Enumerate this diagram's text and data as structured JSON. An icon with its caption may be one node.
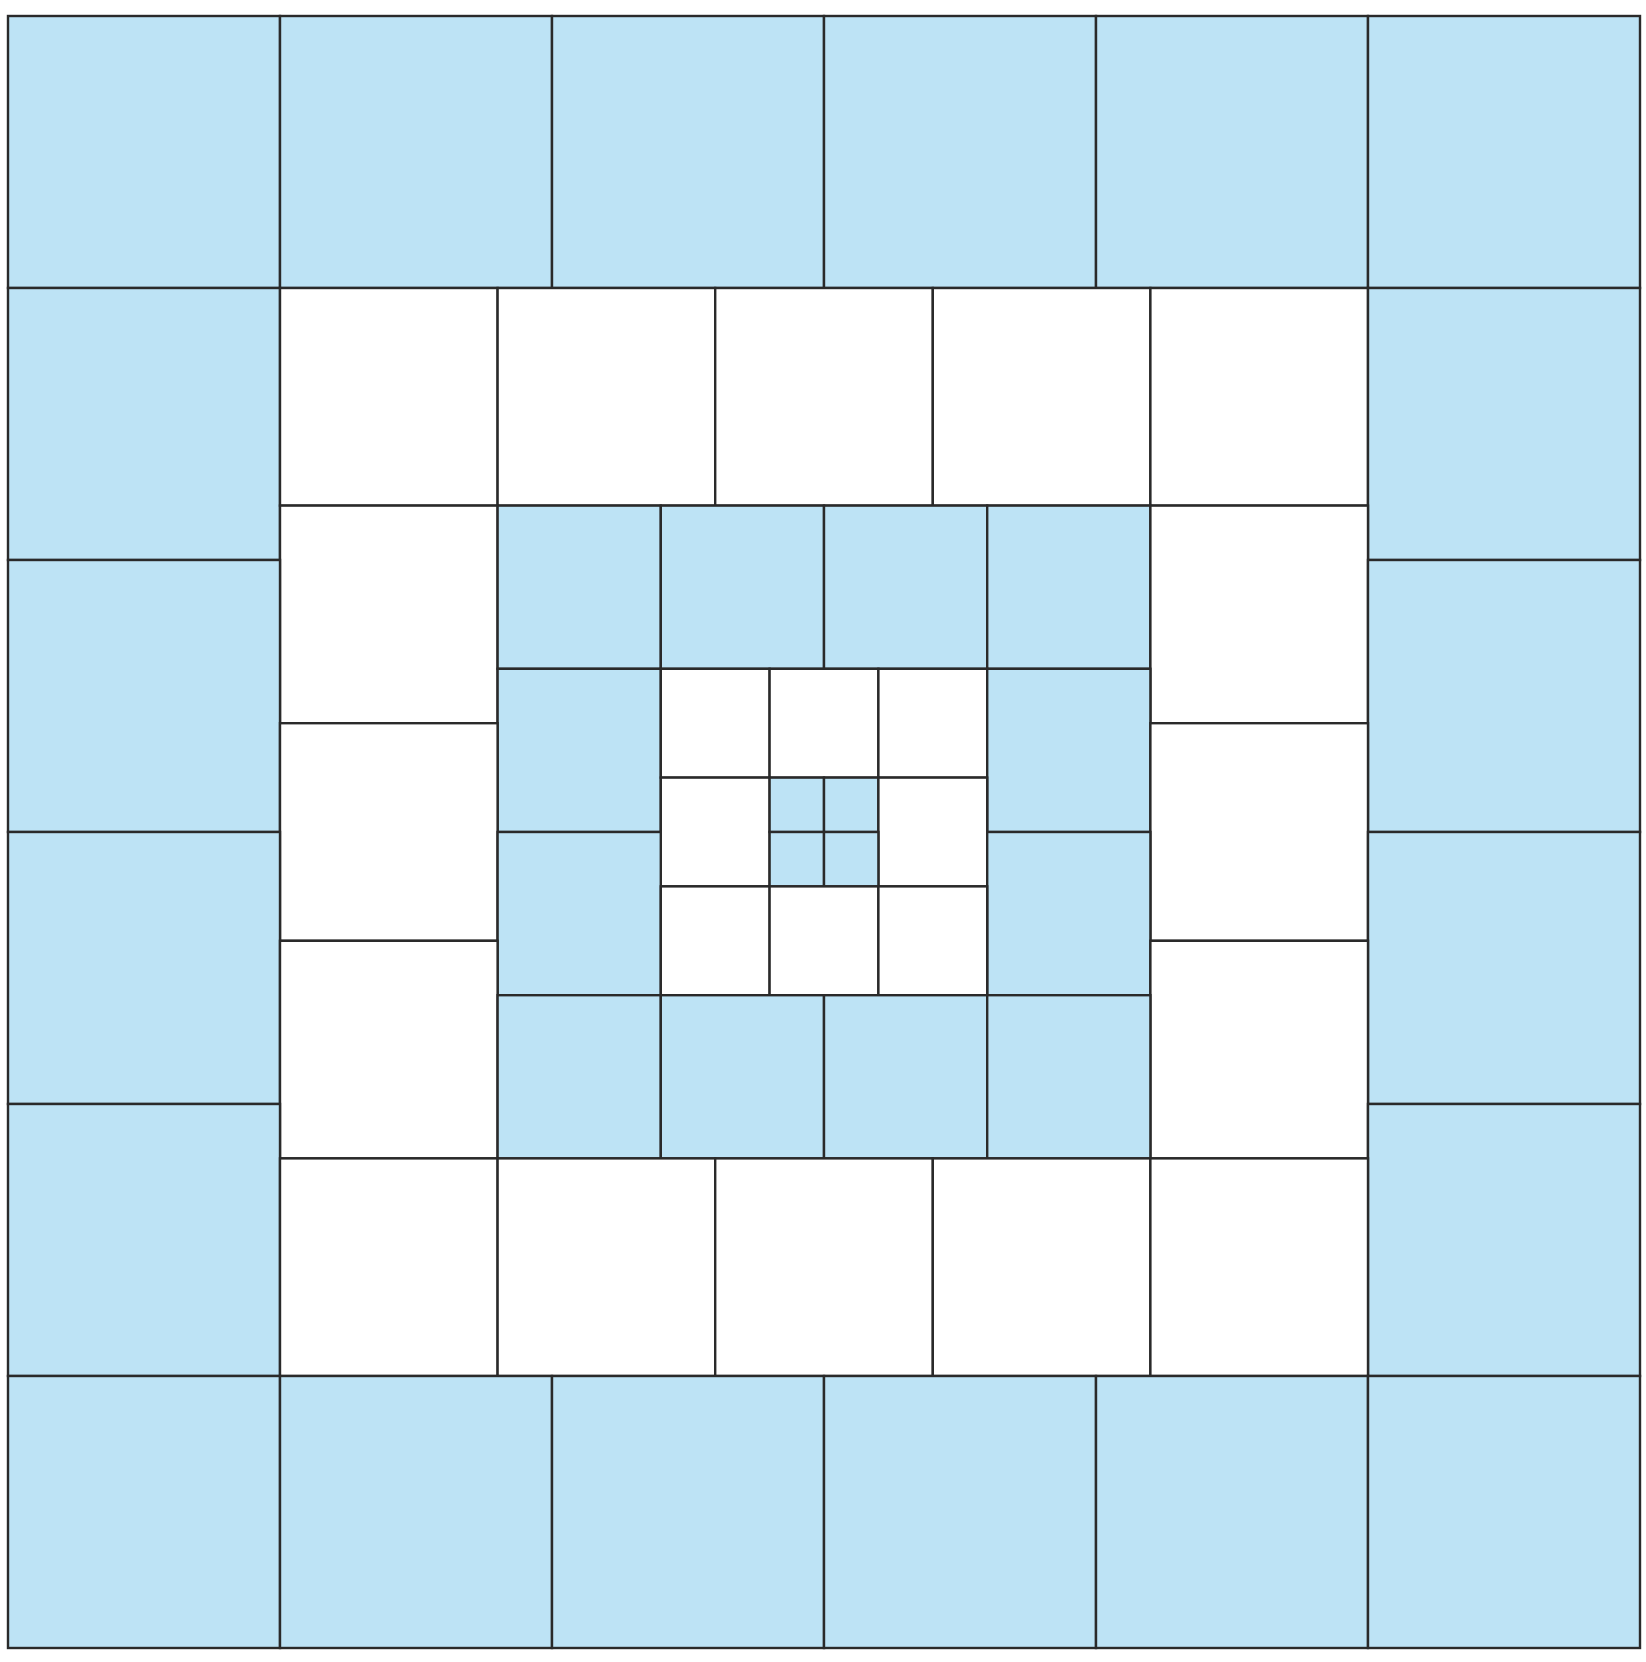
{
  "diagram": {
    "nodes": [
      {
        "text": [],
        "shape": "box"
      },
      {
        "text": [],
        "shape": "box"
      },
      {
        "text": [],
        "shape": "box"
      },
      {
        "text": [],
        "shape": "box"
      },
      {
        "text": [],
        "shape": "box"
      },
      {
        "text": [],
        "shape": "box"
      },
      {
        "text": [],
        "shape": "box"
      },
      {
        "text": [],
        "shape": "box"
      },
      {
        "text": [],
        "shape": "box"
      },
      {
        "text": [],
        "shape": "box"
      },
      {
        "text": [],
        "shape": "box"
      },
      {
        "text": [],
        "shape": "box"
      },
      {
        "text": [],
        "shape": "box"
      },
      {
        "text": [],
        "shape": "box"
      },
      {
        "text": [],
        "shape": "box"
      },
      {
        "text": [],
        "shape": "box"
      },
      {
        "text": [],
        "shape": "box"
      },
      {
        "text": [],
        "shape": "box"
      },
      {
        "text": [],
        "shape": "box"
      },
      {
        "text": [],
        "shape": "box"
      },
      {
        "text": [],
        "shape": "box"
      },
      {
        "text": [],
        "shape": "box"
      },
      {
        "text": [],
        "shape": "box"
      },
      {
        "text": [],
        "shape": "box"
      },
      {
        "text": [],
        "shape": "box"
      },
      {
        "text": [],
        "shape": "box"
      },
      {
        "text": [],
        "shape": "box"
      },
      {
        "text": [],
        "shape": "box"
      },
      {
        "text": [],
        "shape": "box"
      },
      {
        "text": [],
        "shape": "box"
      },
      {
        "text": [],
        "shape": "box"
      },
      {
        "text": [],
        "shape": "box"
      },
      {
        "text": [],
        "shape": "box"
      },
      {
        "text": [],
        "shape": "box"
      },
      {
        "text": [],
        "shape": "box"
      },
      {
        "text": [],
        "shape": "box"
      },
      {
        "text": [],
        "shape": "box"
      },
      {
        "text": [],
        "shape": "box"
      },
      {
        "text": [],
        "shape": "box"
      },
      {
        "text": [],
        "shape": "box"
      },
      {
        "text": [],
        "shape": "box"
      },
      {
        "text": [],
        "shape": "box"
      },
      {
        "text": [],
        "shape": "box"
      },
      {
        "text": [],
        "shape": "box"
      },
      {
        "text": [],
        "shape": "box"
      },
      {
        "text": [],
        "shape": "box"
      },
      {
        "text": [],
        "shape": "box"
      },
      {
        "text": [],
        "shape": "box"
      },
      {
        "text": [],
        "shape": "box"
      },
      {
        "text": [],
        "shape": "box"
      },
      {
        "text": [],
        "shape": "box"
      },
      {
        "text": [],
        "shape": "box"
      },
      {
        "text": [],
        "shape": "box"
      },
      {
        "text": [],
        "shape": "box"
      },
      {
        "text": [],
        "shape": "box"
      },
      {
        "text": [],
        "shape": "box"
      },
      {
        "text": [],
        "shape": "box"
      },
      {
        "text": [],
        "shape": "box"
      },
      {
        "text": [],
        "shape": "box"
      },
      {
        "text": [],
        "shape": "box"
      }
    ]
  }
}
